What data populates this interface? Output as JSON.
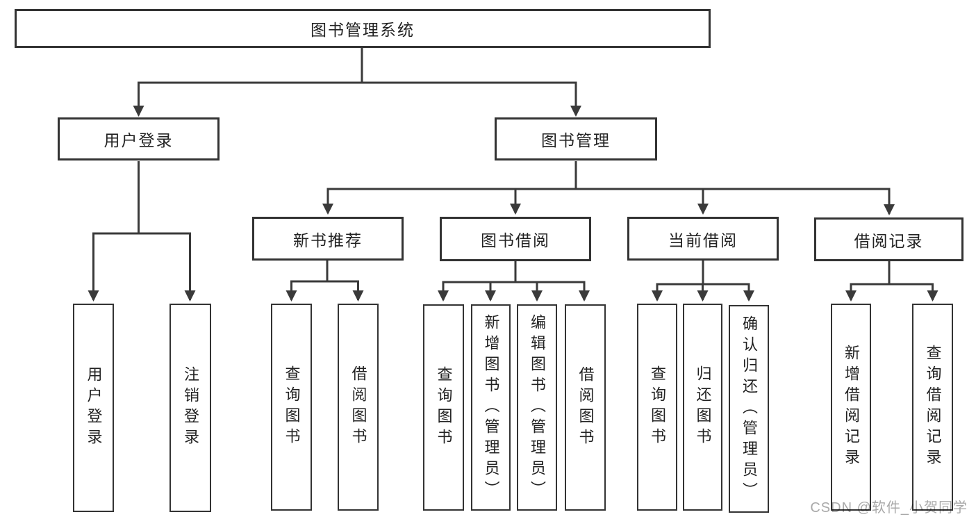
{
  "tree": {
    "label": "图书管理系统",
    "children": [
      {
        "label": "用户登录",
        "children": [
          {
            "label": "用户登录"
          },
          {
            "label": "注销登录"
          }
        ]
      },
      {
        "label": "图书管理",
        "children": [
          {
            "label": "新书推荐",
            "children": [
              {
                "label": "查询图书"
              },
              {
                "label": "借阅图书"
              }
            ]
          },
          {
            "label": "图书借阅",
            "children": [
              {
                "label": "查询图书"
              },
              {
                "label": "新增图书（管理员）"
              },
              {
                "label": "编辑图书（管理员）"
              },
              {
                "label": "借阅图书"
              }
            ]
          },
          {
            "label": "当前借阅",
            "children": [
              {
                "label": "查询图书"
              },
              {
                "label": "归还图书"
              },
              {
                "label": "确认归还（管理员）"
              }
            ]
          },
          {
            "label": "借阅记录",
            "children": [
              {
                "label": "新增借阅记录"
              },
              {
                "label": "查询借阅记录"
              }
            ]
          }
        ]
      }
    ]
  },
  "watermark": {
    "text": "CSDN @软件_小贺同学"
  },
  "colors": {
    "line": "#3a3a3a",
    "box_border": "#333333",
    "text": "#222222",
    "watermark": "#a9a9a9",
    "background": "#ffffff"
  }
}
